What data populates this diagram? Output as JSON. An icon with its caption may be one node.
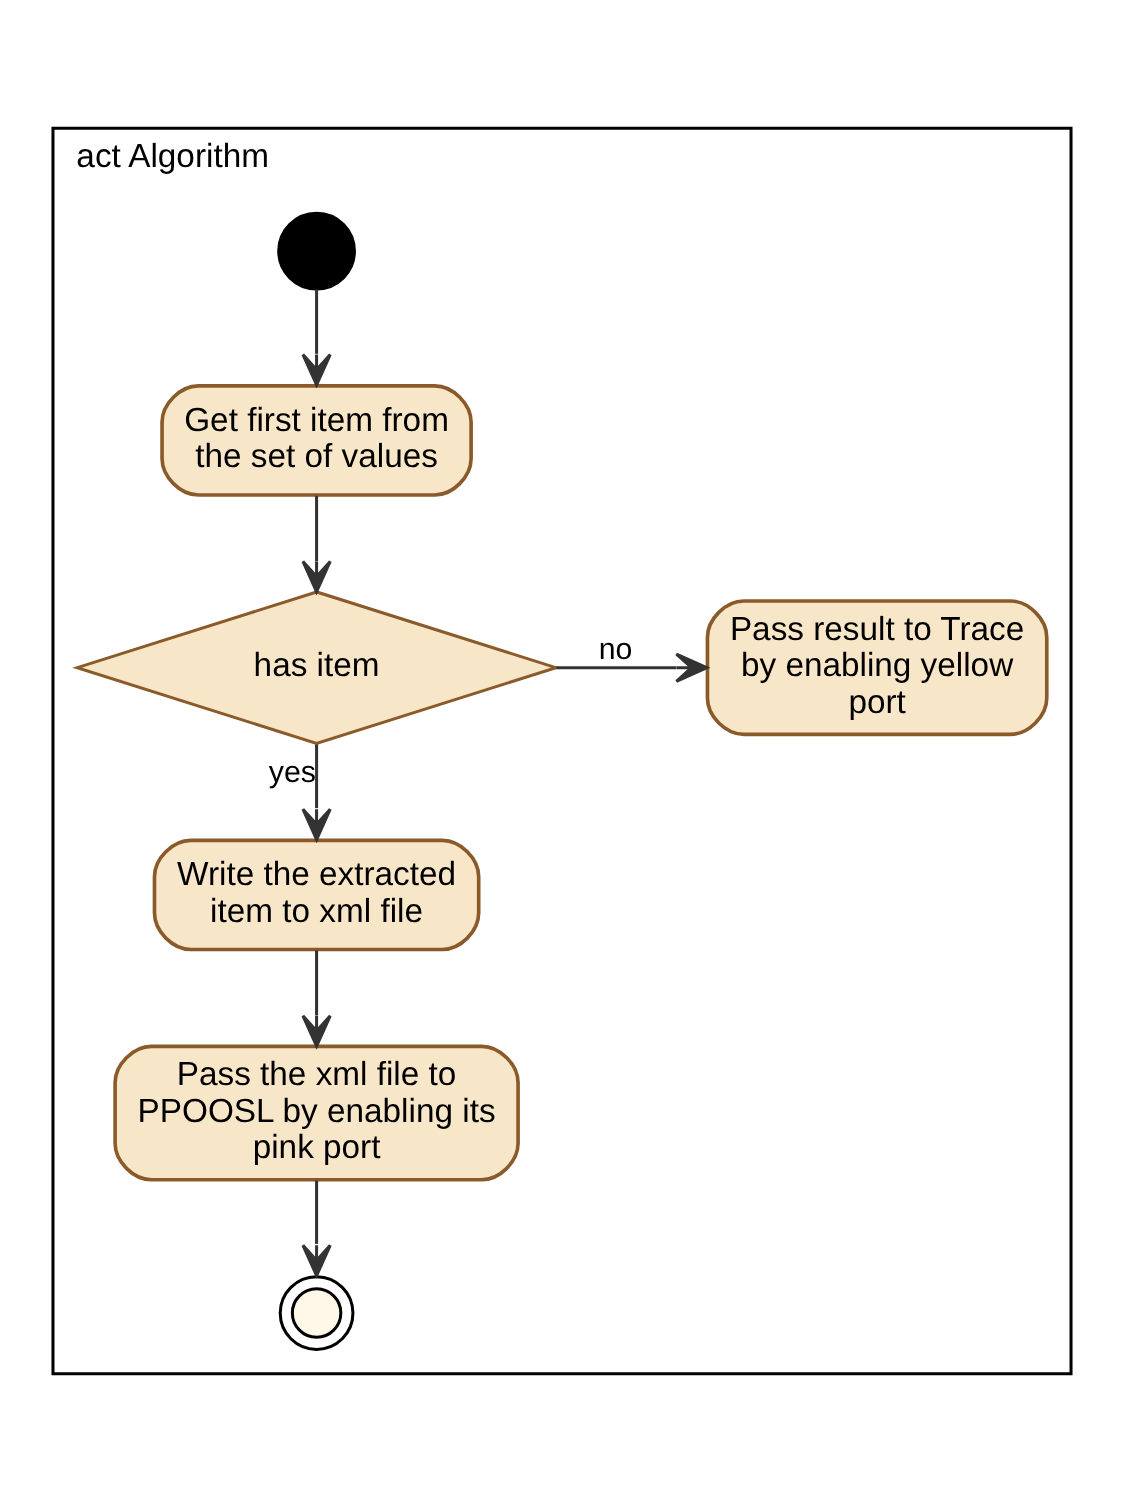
{
  "diagram": {
    "nodes": [
      {
        "text": [
          "act Algorithm"
        ]
      },
      {
        "text": [],
        "shape": "circle",
        "in": 0
      },
      {
        "text": [
          "Get first item from the set of values"
        ],
        "in": 0
      },
      {
        "text": [
          "has item"
        ],
        "in": 0
      },
      {
        "text": [
          "Pass result to Trace by enabling yellow port"
        ],
        "in": 0
      },
      {
        "text": [
          "Write the extracted item to xml file"
        ],
        "in": 0
      },
      {
        "text": [
          "Pass the xml file to PPOOSL by enabling its pink port"
        ],
        "in": 0
      },
      {
        "text": [],
        "shape": "circle",
        "in": 0
      }
    ],
    "edges": [
      {
        "from": 1,
        "to": 2,
        "arrow": "to"
      },
      {
        "from": 2,
        "to": 3,
        "arrow": "to"
      },
      {
        "from": 3,
        "to": 4,
        "arrow": "to",
        "label": "no"
      },
      {
        "from": 3,
        "to": 5,
        "arrow": "to",
        "label": "yes"
      },
      {
        "from": 5,
        "to": 6,
        "arrow": "to"
      },
      {
        "from": 6,
        "to": 7,
        "arrow": "to"
      }
    ]
  }
}
